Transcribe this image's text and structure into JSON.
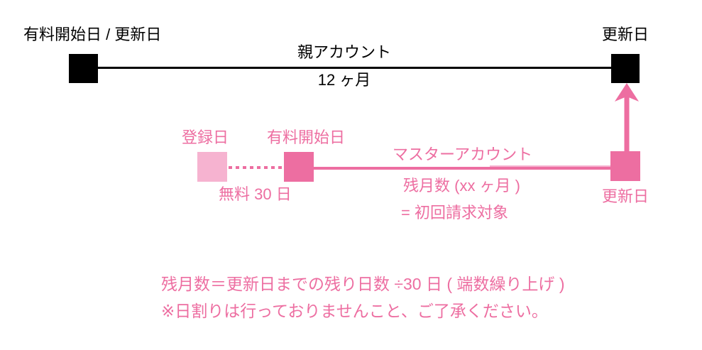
{
  "diagram": {
    "parent_timeline": {
      "start_label": "有料開始日 / 更新日",
      "account_label": "親アカウント",
      "duration_label": "12 ヶ月",
      "renewal_label": "更新日"
    },
    "master_timeline": {
      "registration_label": "登録日",
      "paid_start_label": "有料開始日",
      "free_period_label": "無料 30 日",
      "account_label": "マスターアカウント",
      "remaining_months_label": "残月数 (xx ヶ月 )",
      "initial_billing_label": "= 初回請求対象",
      "renewal_label": "更新日"
    },
    "notes": {
      "formula": "残月数＝更新日までの残り日数 ÷30 日 ( 端数繰り上げ )",
      "disclaimer": "※日割りは行っておりませんこと、ご了承ください。"
    },
    "colors": {
      "black": "#000000",
      "pink": "#ED6EA1",
      "light_pink": "#F6B3D0"
    }
  }
}
